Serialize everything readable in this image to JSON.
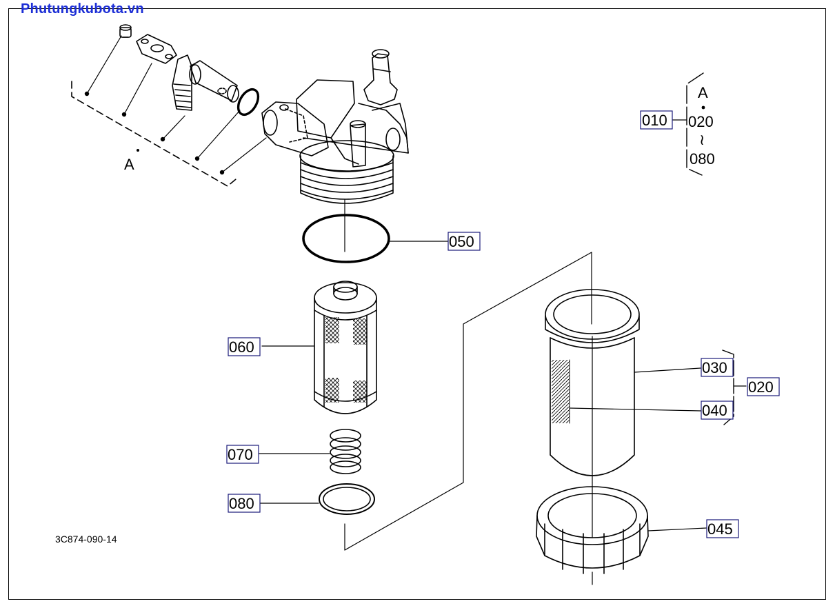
{
  "watermark": "Phutungkubota.vn",
  "drawing_code": "3C874-090-14",
  "callouts": {
    "c010": "010",
    "c050": "050",
    "c060": "060",
    "c070": "070",
    "c080": "080",
    "c030": "030",
    "c040": "040",
    "c020": "020",
    "c045": "045"
  },
  "legend": {
    "group": "A",
    "start": "020",
    "end": "080"
  },
  "group_label": "A",
  "colors": {
    "watermark": "#1d2fd6",
    "line": "#000000",
    "callout_box": "#1a1a7a"
  }
}
